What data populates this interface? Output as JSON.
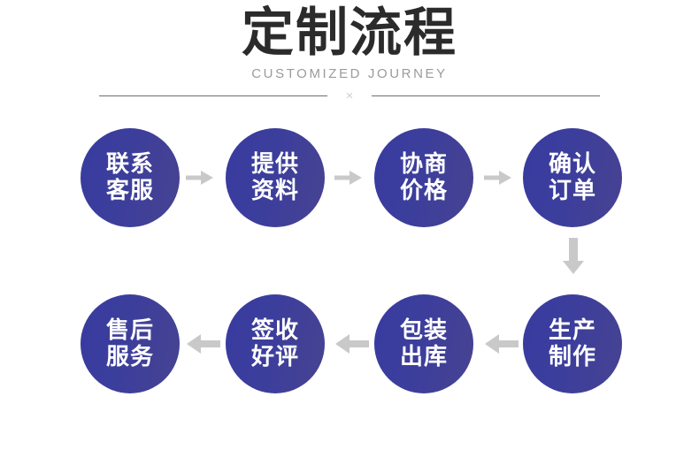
{
  "header": {
    "title": "定制流程",
    "subtitle": "CUSTOMIZED JOURNEY",
    "divider_mark": "×"
  },
  "colors": {
    "background": "#ffffff",
    "title_text": "#2b2b2b",
    "subtitle_text": "#9b9b9b",
    "divider_line": "#6f6f73",
    "divider_mark": "#cfcfcf",
    "node_fill_start": "#383c9f",
    "node_fill_end": "#474391",
    "node_text": "#ffffff",
    "arrow": "#c9c9c9"
  },
  "flow": {
    "top_row": {
      "direction": "left-to-right",
      "steps": [
        {
          "line1": "联系",
          "line2": "客服"
        },
        {
          "line1": "提供",
          "line2": "资料"
        },
        {
          "line1": "协商",
          "line2": "价格"
        },
        {
          "line1": "确认",
          "line2": "订单"
        }
      ],
      "connectors": [
        {
          "icon": "arrow-right-icon"
        },
        {
          "icon": "arrow-right-icon"
        },
        {
          "icon": "arrow-right-icon"
        }
      ]
    },
    "vertical_connector": {
      "icon": "arrow-down-icon"
    },
    "bottom_row": {
      "direction": "right-to-left",
      "steps": [
        {
          "line1": "售后",
          "line2": "服务"
        },
        {
          "line1": "签收",
          "line2": "好评"
        },
        {
          "line1": "包装",
          "line2": "出库"
        },
        {
          "line1": "生产",
          "line2": "制作"
        }
      ],
      "connectors": [
        {
          "icon": "arrow-left-icon"
        },
        {
          "icon": "arrow-left-icon"
        },
        {
          "icon": "arrow-left-icon"
        }
      ]
    }
  }
}
